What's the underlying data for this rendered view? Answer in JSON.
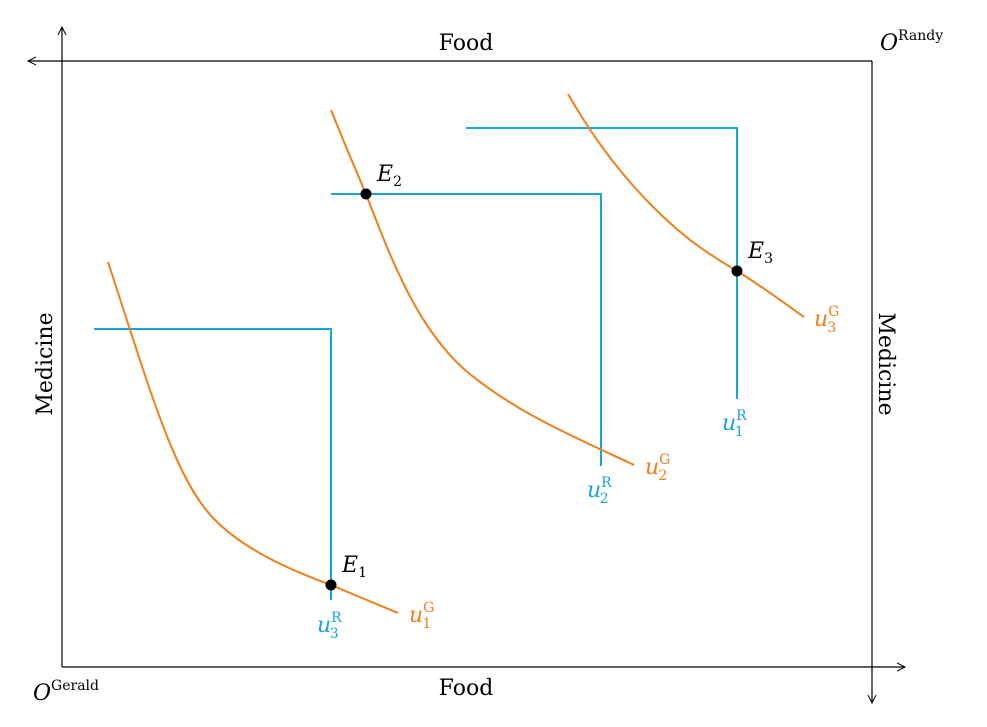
{
  "axes": {
    "x_label_bottom": "Food",
    "x_label_top": "Food",
    "y_label_left": "Medicine",
    "y_label_right": "Medicine",
    "origin_gerald": {
      "base": "O",
      "sup": "Gerald"
    },
    "origin_randy": {
      "base": "O",
      "sup": "Randy"
    }
  },
  "colors": {
    "gerald": "#f07f1a",
    "randy": "#18a4dc",
    "axis": "#000000",
    "point": "#000000"
  },
  "equilibria": [
    {
      "base": "E",
      "sub": "1"
    },
    {
      "base": "E",
      "sub": "2"
    },
    {
      "base": "E",
      "sub": "3"
    }
  ],
  "gerald_curves": [
    {
      "base": "u",
      "sub": "1",
      "sup": "G"
    },
    {
      "base": "u",
      "sub": "2",
      "sup": "G"
    },
    {
      "base": "u",
      "sub": "3",
      "sup": "G"
    }
  ],
  "randy_curves": [
    {
      "base": "u",
      "sub": "3",
      "sup": "R"
    },
    {
      "base": "u",
      "sub": "2",
      "sup": "R"
    },
    {
      "base": "u",
      "sub": "1",
      "sup": "R"
    }
  ]
}
